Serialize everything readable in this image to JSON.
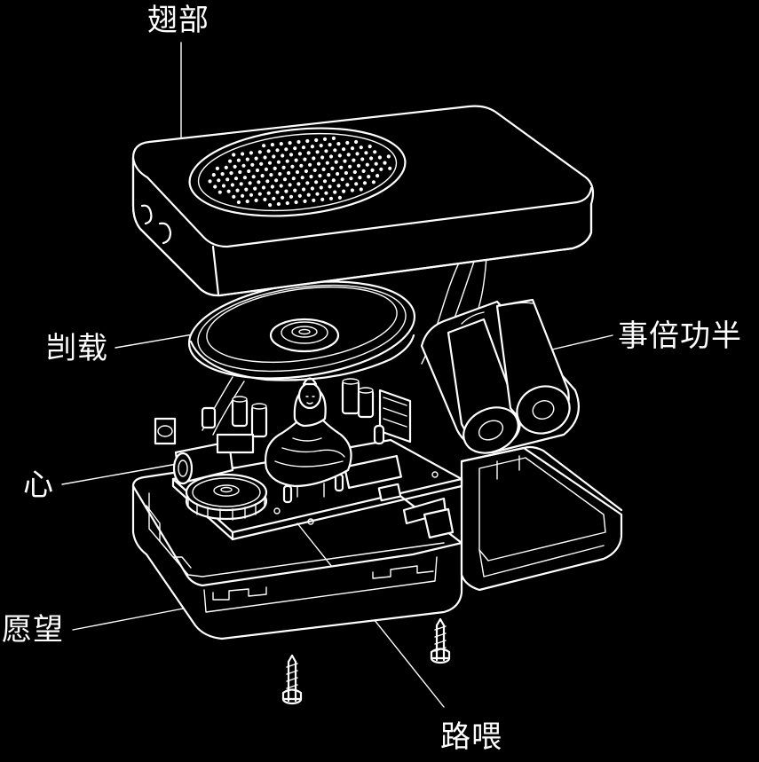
{
  "labels": {
    "top_cover": "翅部",
    "speaker": "剀载",
    "batteries": "事倍功半",
    "heart": "心",
    "bottom_case": "愿望",
    "circuit": "路喂"
  }
}
